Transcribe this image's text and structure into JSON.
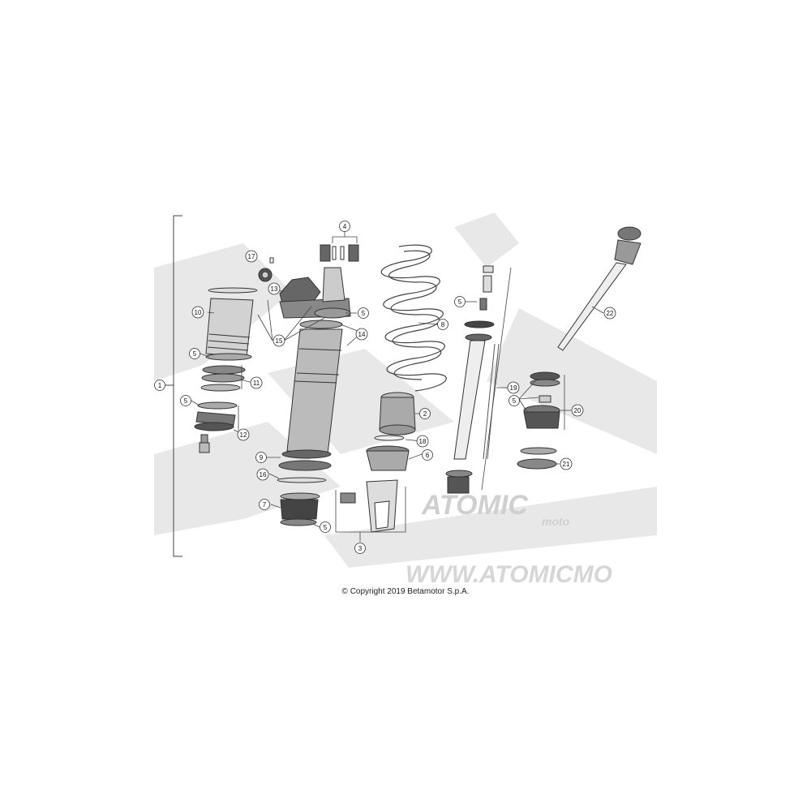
{
  "callouts": [
    {
      "id": "c1",
      "text": "1"
    },
    {
      "id": "c2",
      "text": "2"
    },
    {
      "id": "c3",
      "text": "3"
    },
    {
      "id": "c4",
      "text": "4"
    },
    {
      "id": "c5a",
      "text": "5"
    },
    {
      "id": "c5b",
      "text": "5"
    },
    {
      "id": "c5c",
      "text": "5"
    },
    {
      "id": "c5d",
      "text": "5"
    },
    {
      "id": "c5e",
      "text": "5"
    },
    {
      "id": "c5f",
      "text": "5"
    },
    {
      "id": "c6",
      "text": "6"
    },
    {
      "id": "c7",
      "text": "7"
    },
    {
      "id": "c8",
      "text": "8"
    },
    {
      "id": "c9",
      "text": "9"
    },
    {
      "id": "c10",
      "text": "10"
    },
    {
      "id": "c11",
      "text": "11"
    },
    {
      "id": "c12",
      "text": "12"
    },
    {
      "id": "c13",
      "text": "13"
    },
    {
      "id": "c14",
      "text": "14"
    },
    {
      "id": "c15",
      "text": "15"
    },
    {
      "id": "c16",
      "text": "16"
    },
    {
      "id": "c17",
      "text": "17"
    },
    {
      "id": "c18",
      "text": "18"
    },
    {
      "id": "c19",
      "text": "19"
    },
    {
      "id": "c20",
      "text": "20"
    },
    {
      "id": "c21",
      "text": "21"
    },
    {
      "id": "c22",
      "text": "22"
    }
  ],
  "watermark": {
    "brand": "ATOMIC",
    "sub": "moto",
    "url": "WWW.ATOMICMO"
  },
  "copyright": "© Copyright 2019 Betamotor S.p.A."
}
